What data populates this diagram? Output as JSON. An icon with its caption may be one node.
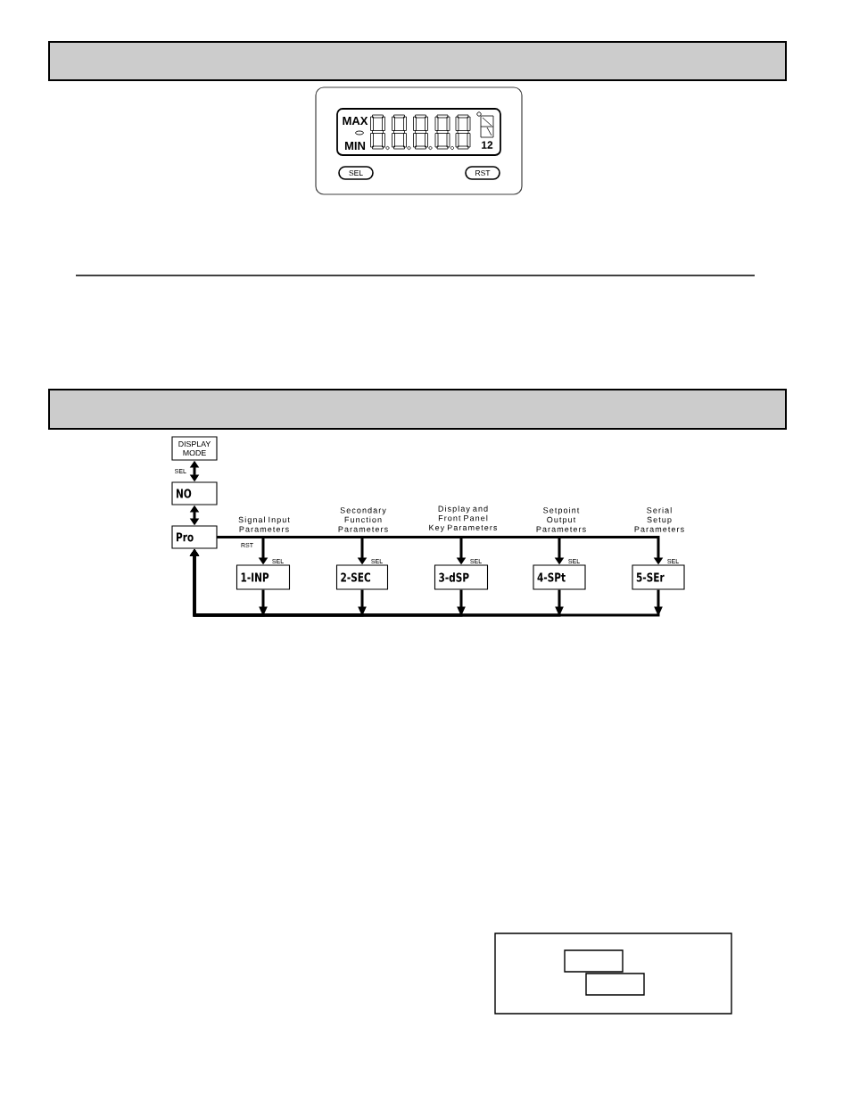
{
  "diagram": {
    "nodes": [
      {
        "text": [],
        "shape": "box"
      },
      {
        "text": [
          "MAX",
          "MIN",
          "12"
        ],
        "in": 0
      },
      {
        "text": [
          "SEL"
        ],
        "in": 0
      },
      {
        "text": [
          "RST"
        ],
        "in": 0
      },
      {
        "text": [
          "DISPLAY MODE"
        ]
      },
      {
        "text": [
          "NO"
        ]
      },
      {
        "text": [
          "Pro"
        ]
      },
      {
        "text": [
          "1-INP"
        ]
      },
      {
        "text": [
          "2-SEC"
        ]
      },
      {
        "text": [
          "3-dSP"
        ]
      },
      {
        "text": [
          "4-SPt"
        ]
      },
      {
        "text": [
          "5-SEr"
        ]
      },
      {
        "text": [],
        "shape": "box"
      },
      {
        "text": [],
        "shape": "box",
        "in": 12
      },
      {
        "text": [],
        "shape": "box",
        "in": 12
      }
    ],
    "edges": [
      {
        "from": 4,
        "to": 5,
        "arrow": "both",
        "label": "SEL"
      },
      {
        "from": 5,
        "to": 6,
        "arrow": "both"
      },
      {
        "from": 6,
        "to": 7,
        "arrow": "to",
        "label": "SEL"
      },
      {
        "from": 6,
        "to": 8,
        "arrow": "to",
        "label": "SEL"
      },
      {
        "from": 6,
        "to": 9,
        "arrow": "to",
        "label": "SEL"
      },
      {
        "from": 6,
        "to": 10,
        "arrow": "to",
        "label": "SEL"
      },
      {
        "from": 6,
        "to": 11,
        "arrow": "to",
        "label": "SEL"
      },
      {
        "from": 7,
        "to": 6,
        "arrow": "to"
      },
      {
        "from": 8,
        "to": 6,
        "arrow": "to"
      },
      {
        "from": 9,
        "to": 6,
        "arrow": "to"
      },
      {
        "from": 10,
        "to": 6,
        "arrow": "to"
      },
      {
        "from": 11,
        "to": 6,
        "arrow": "to"
      }
    ],
    "labels": [
      "Signal Input Parameters",
      "Secondary Function Parameters",
      "Display and Front Panel Key Parameters",
      "Setpoint Output Parameters",
      "Serial Setup Parameters",
      "RST"
    ]
  }
}
